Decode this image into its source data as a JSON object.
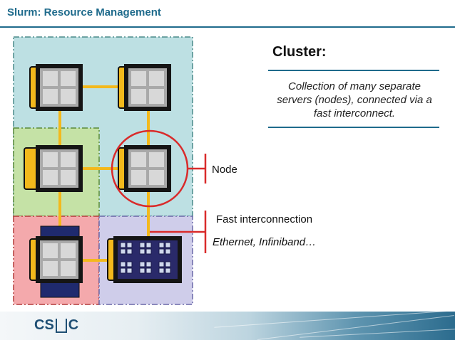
{
  "header": {
    "title": "Slurm: Resource Management"
  },
  "cluster": {
    "heading": "Cluster:",
    "description": "Collection of many separate servers (nodes), connected via a fast interconnect."
  },
  "callouts": {
    "node": "Node",
    "interconnect": "Fast interconnection",
    "interconnect_examples": "Ethernet, Infiniband…"
  },
  "footer": {
    "logo_left": "CS",
    "logo_right": "C"
  },
  "colors": {
    "accent": "#1f6b8c",
    "interconnect": "#f3b91c",
    "highlight": "#d92b2b",
    "zone_teal": "#bde0e3",
    "zone_green": "#c5e2a6",
    "zone_red": "#f4a9ac",
    "zone_lavender": "#cfcdea"
  }
}
